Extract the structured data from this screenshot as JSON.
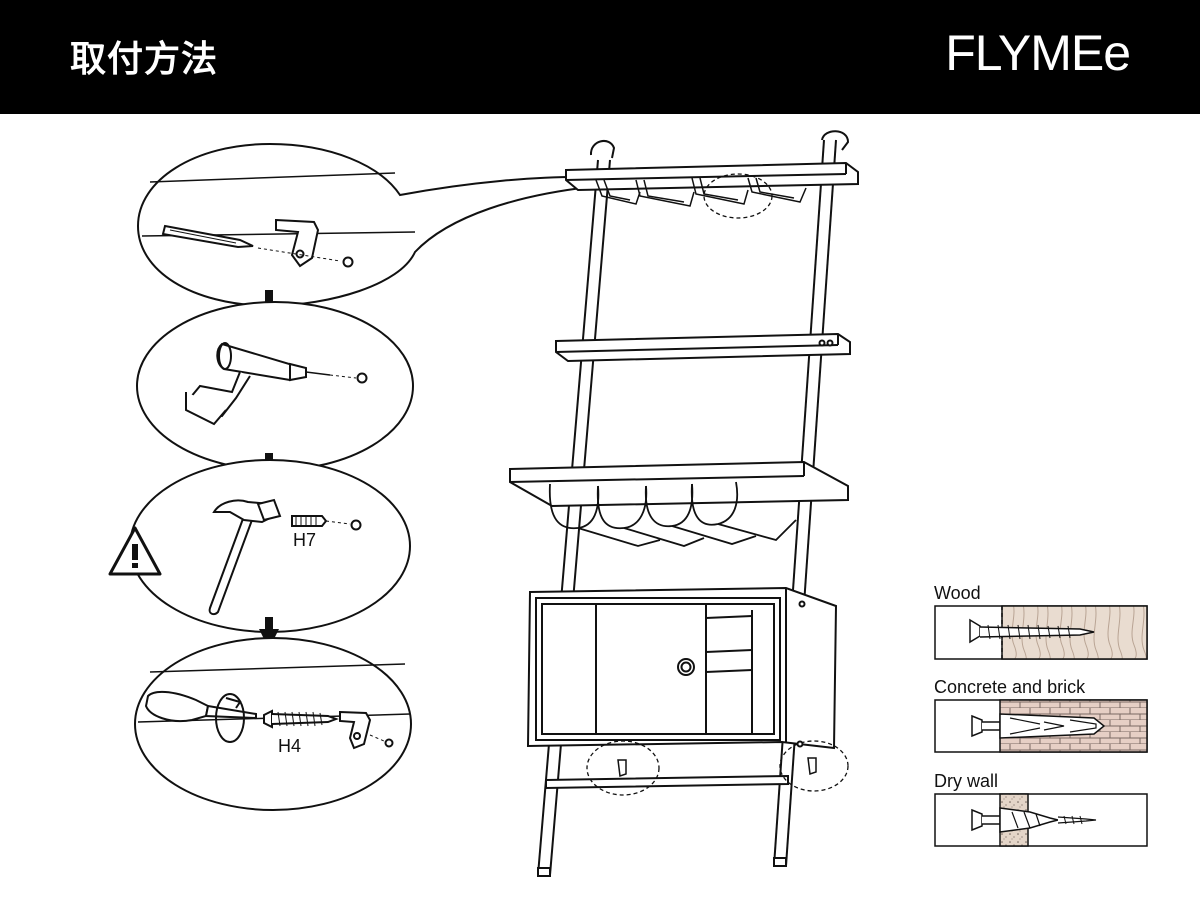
{
  "header": {
    "title": "取付方法",
    "brand": "FLYMEe"
  },
  "steps": {
    "step3_part": "H7",
    "step4_part": "H4"
  },
  "wall_types": {
    "wood": "Wood",
    "concrete": "Concrete and brick",
    "drywall": "Dry wall"
  },
  "colors": {
    "header_bg": "#000000",
    "header_text": "#ffffff",
    "line": "#111111",
    "wood": "#e9dcd0",
    "brick": "#e6cfc5"
  },
  "icons": {
    "warning": "warning-icon",
    "arrow": "arrow-down-icon"
  }
}
